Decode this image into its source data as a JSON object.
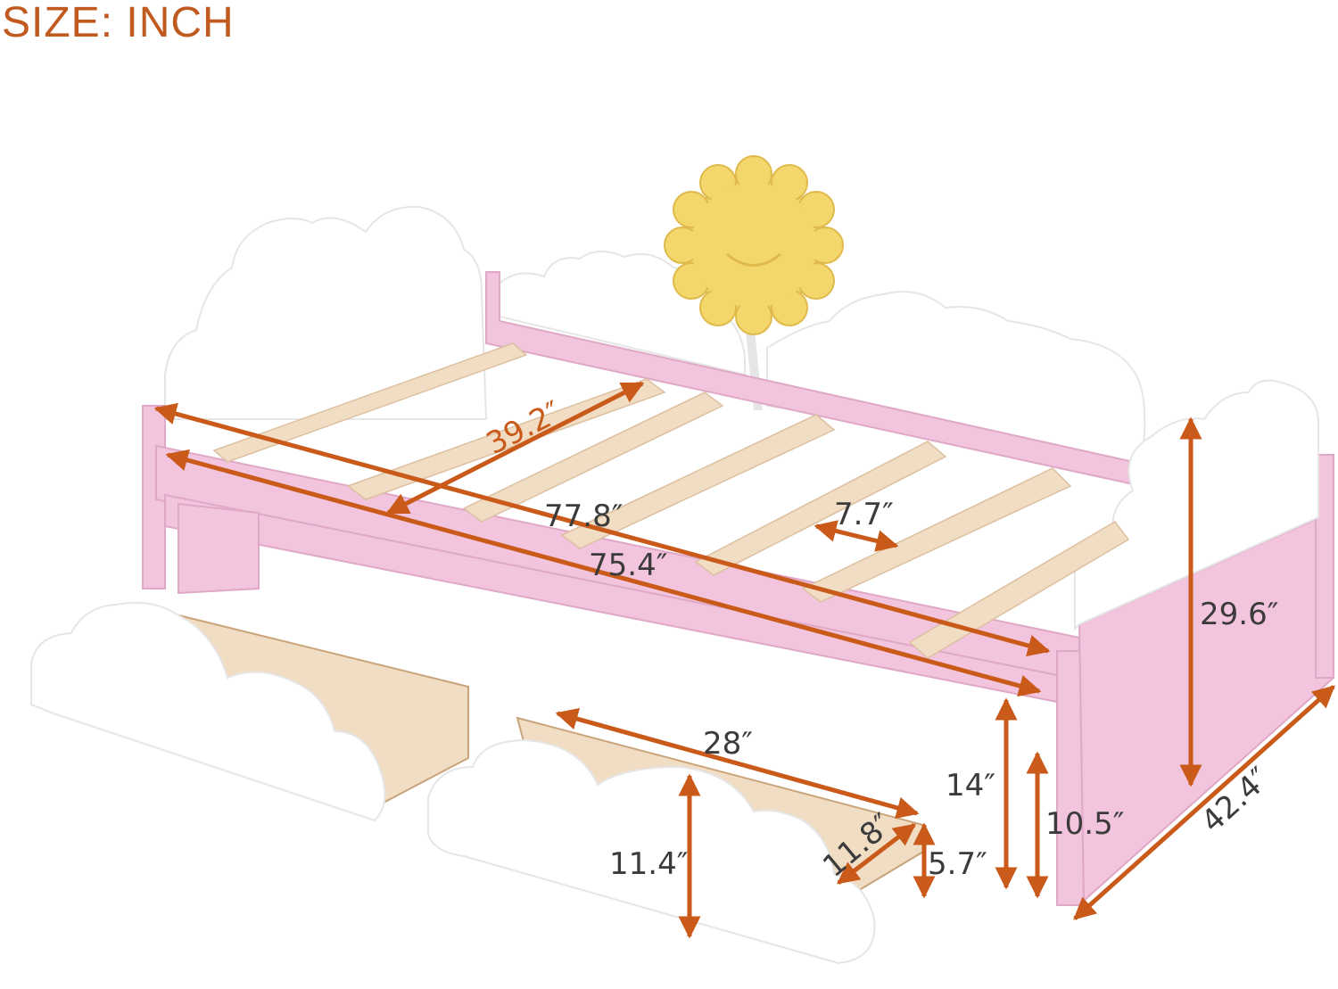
{
  "title": "SIZE: INCH",
  "dimensions": {
    "inner_width": "39.2″",
    "inner_length": "77.8″",
    "outer_length": "75.4″",
    "slat_spacing": "7.7″",
    "total_height": "29.6″",
    "total_width": "42.4″",
    "floor_to_rail": "14″",
    "floor_to_slats": "10.5″",
    "drawer_length": "28″",
    "drawer_front_height": "11.4″",
    "drawer_depth": "11.8″",
    "drawer_inner_height": "5.7″"
  },
  "colors": {
    "dimension": "#c95a1a",
    "frame_pink": "#f2c4dd",
    "cloud_white": "#ffffff",
    "slat_wood": "#f1dcc4",
    "sun_yellow": "#f3d76b"
  }
}
